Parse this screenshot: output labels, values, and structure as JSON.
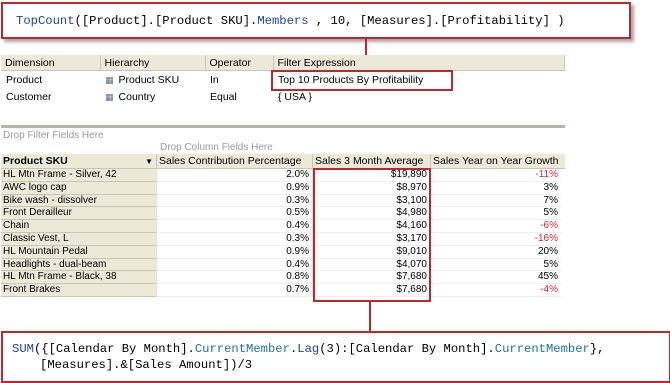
{
  "mdx_top": {
    "parts": [
      "TopCount",
      "([Product].[Product SKU].",
      "Members",
      " , 10, [Measures].[Profitability] )"
    ]
  },
  "filter_grid": {
    "headers": [
      "Dimension",
      "Hierarchy",
      "Operator",
      "Filter Expression"
    ],
    "rows": [
      {
        "dimension": "Product",
        "hierarchy": "Product SKU",
        "operator": "In",
        "expression": "Top 10 Products By Profitability"
      },
      {
        "dimension": "Customer",
        "hierarchy": "Country",
        "operator": "Equal",
        "expression": "{ USA }"
      }
    ]
  },
  "drop_filter_text": "Drop Filter Fields Here",
  "drop_column_text": "Drop Column Fields Here",
  "pivot": {
    "row_header": "Product SKU",
    "columns": [
      "Sales Contribution Percentage",
      "Sales 3 Month Average",
      "Sales Year on Year Growth"
    ],
    "rows": [
      {
        "sku": "HL Mtn Frame - Silver, 42",
        "pct": "2.0%",
        "avg": "$19,890",
        "growth": "-11%"
      },
      {
        "sku": "AWC logo cap",
        "pct": "0.9%",
        "avg": "$8,970",
        "growth": "3%"
      },
      {
        "sku": "Bike wash - dissolver",
        "pct": "0.3%",
        "avg": "$3,100",
        "growth": "7%"
      },
      {
        "sku": "Front Derailleur",
        "pct": "0.5%",
        "avg": "$4,980",
        "growth": "5%"
      },
      {
        "sku": "Chain",
        "pct": "0.4%",
        "avg": "$4,160",
        "growth": "-6%"
      },
      {
        "sku": "Classic Vest, L",
        "pct": "0.3%",
        "avg": "$3,170",
        "growth": "-16%"
      },
      {
        "sku": "HL Mountain Pedal",
        "pct": "0.9%",
        "avg": "$9,010",
        "growth": "20%"
      },
      {
        "sku": "Headlights - dual-beam",
        "pct": "0.4%",
        "avg": "$4,070",
        "growth": "5%"
      },
      {
        "sku": "HL Mtn Frame - Black, 38",
        "pct": "0.8%",
        "avg": "$7,680",
        "growth": "45%"
      },
      {
        "sku": "Front Brakes",
        "pct": "0.7%",
        "avg": "$7,680",
        "growth": "-4%"
      }
    ]
  },
  "mdx_bottom": {
    "line1": [
      "SUM",
      "({[Calendar By Month].",
      "CurrentMember",
      ".",
      "Lag",
      "(3):[Calendar By Month].",
      "CurrentMember",
      "},"
    ],
    "line2": "[Measures].&[Sales Amount])/3"
  },
  "colors": {
    "accent_red": "#c0262c",
    "negative": "#e0242b",
    "keyword_blue": "#1a3fbf",
    "keyword_teal": "#19749b",
    "header_bg": "#ece9d8"
  }
}
